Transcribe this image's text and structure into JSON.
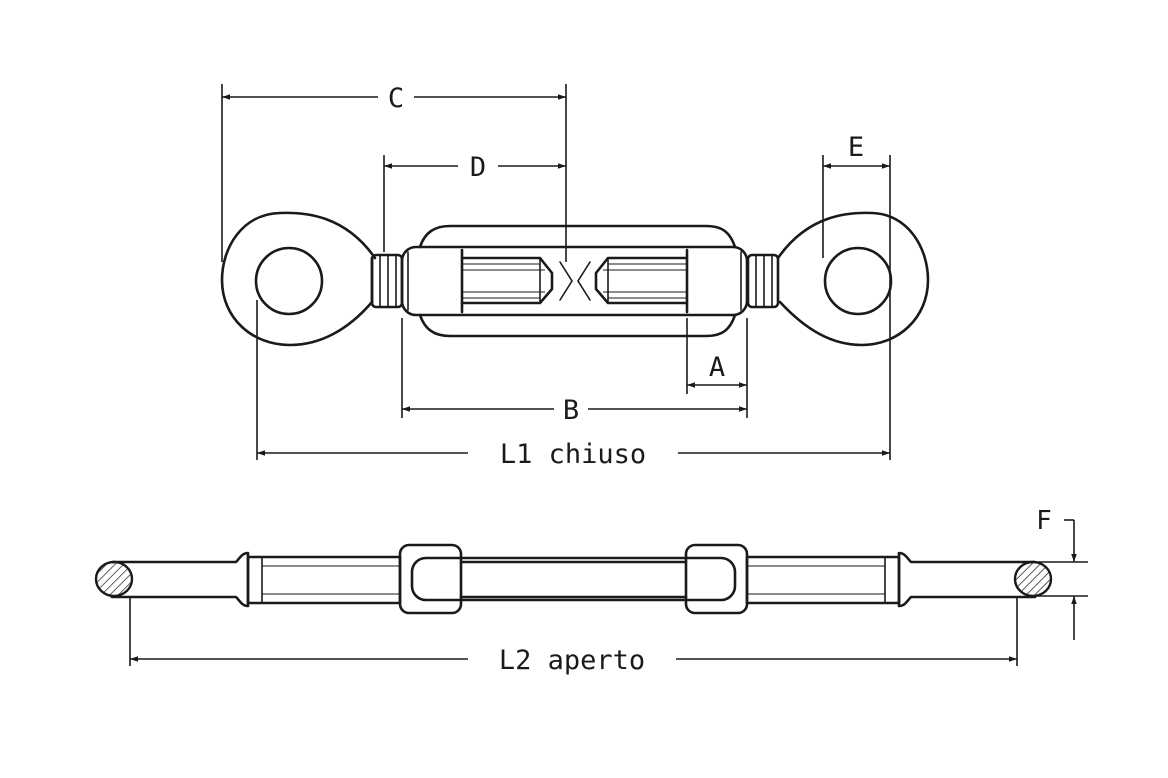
{
  "labels": {
    "C": "C",
    "D": "D",
    "E": "E",
    "A": "A",
    "B": "B",
    "L1": "L1 chiuso",
    "L2": "L2 aperto",
    "F": "F"
  }
}
